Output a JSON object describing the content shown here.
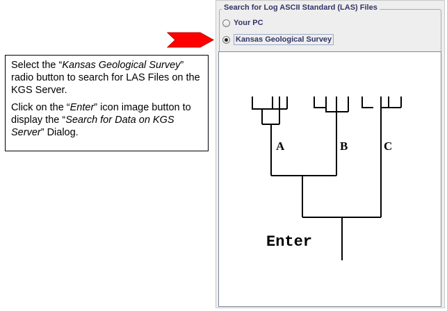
{
  "callout": {
    "p1_pre": "Select the “",
    "p1_em": "Kansas Geological Survey",
    "p1_post": "” radio button to search for LAS Files on the KGS Server.",
    "p2_pre": "Click on the “",
    "p2_em1": "Enter",
    "p2_mid": "” icon image button to display the “",
    "p2_em2": "Search for Data on KGS Server",
    "p2_post": "” Dialog."
  },
  "panel": {
    "group_title": "Search for Log ASCII Standard (LAS) Files",
    "radios": [
      {
        "label": "Your PC",
        "checked": false
      },
      {
        "label": "Kansas Geological Survey",
        "checked": true
      }
    ]
  },
  "enter_button": {
    "branch_labels": [
      "A",
      "B",
      "C"
    ],
    "label": "Enter"
  },
  "colors": {
    "arrow": "#ff0000",
    "label_text": "#333366",
    "panel_bg": "#eeeeee"
  },
  "icons": [
    "red-arrow-icon",
    "radio-icon",
    "branching-tree-icon"
  ]
}
